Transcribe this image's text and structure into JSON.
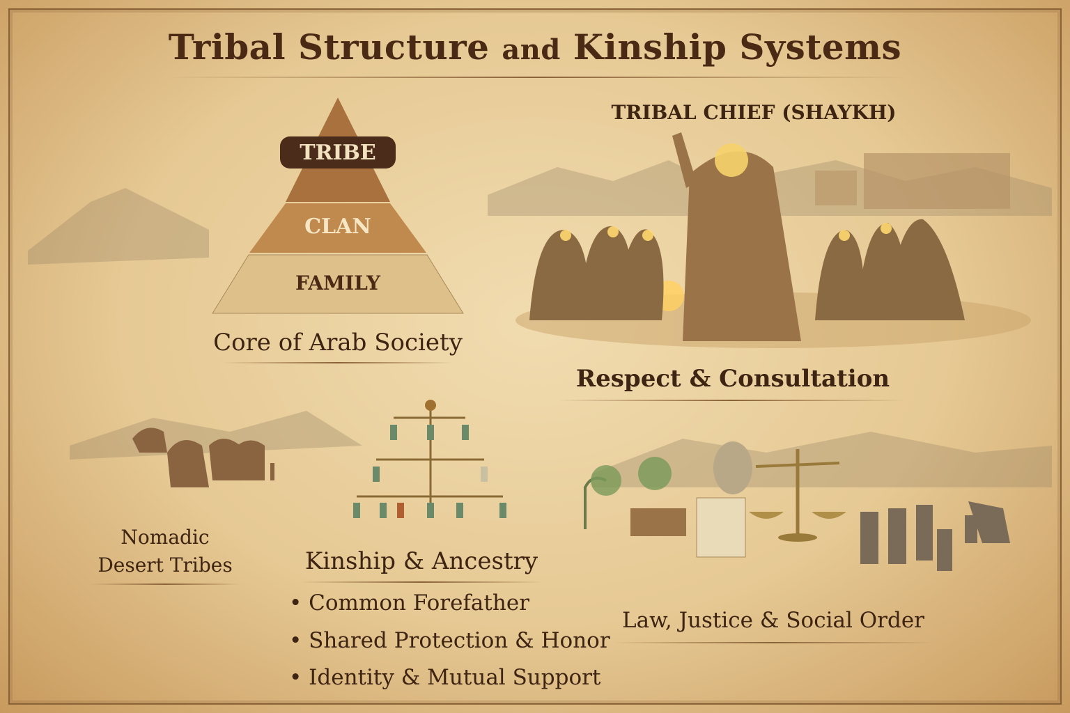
{
  "title": {
    "main": "Tribal Structure",
    "joiner": "and",
    "end": "Kinship Systems"
  },
  "pyramid": {
    "tiers": [
      "TRIBE",
      "CLAN",
      "FAMILY"
    ],
    "caption": "Core of Arab Society"
  },
  "chief": {
    "heading": "TRIBAL CHIEF (SHAYKH)",
    "caption": "Respect & Consultation"
  },
  "nomads": {
    "caption_line1": "Nomadic",
    "caption_line2": "Desert Tribes"
  },
  "kinship": {
    "heading": "Kinship & Ancestry",
    "bullets": [
      "Common Forefather",
      "Shared Protection & Honor",
      "Identity & Mutual Support"
    ]
  },
  "law": {
    "caption": "Law, Justice & Social Order"
  },
  "colors": {
    "ink": "#4a2a14",
    "parchment": "#ecd3a2",
    "tribe": "#4b2c1a",
    "clan": "#c08a4e",
    "family": "#ddc08a"
  }
}
